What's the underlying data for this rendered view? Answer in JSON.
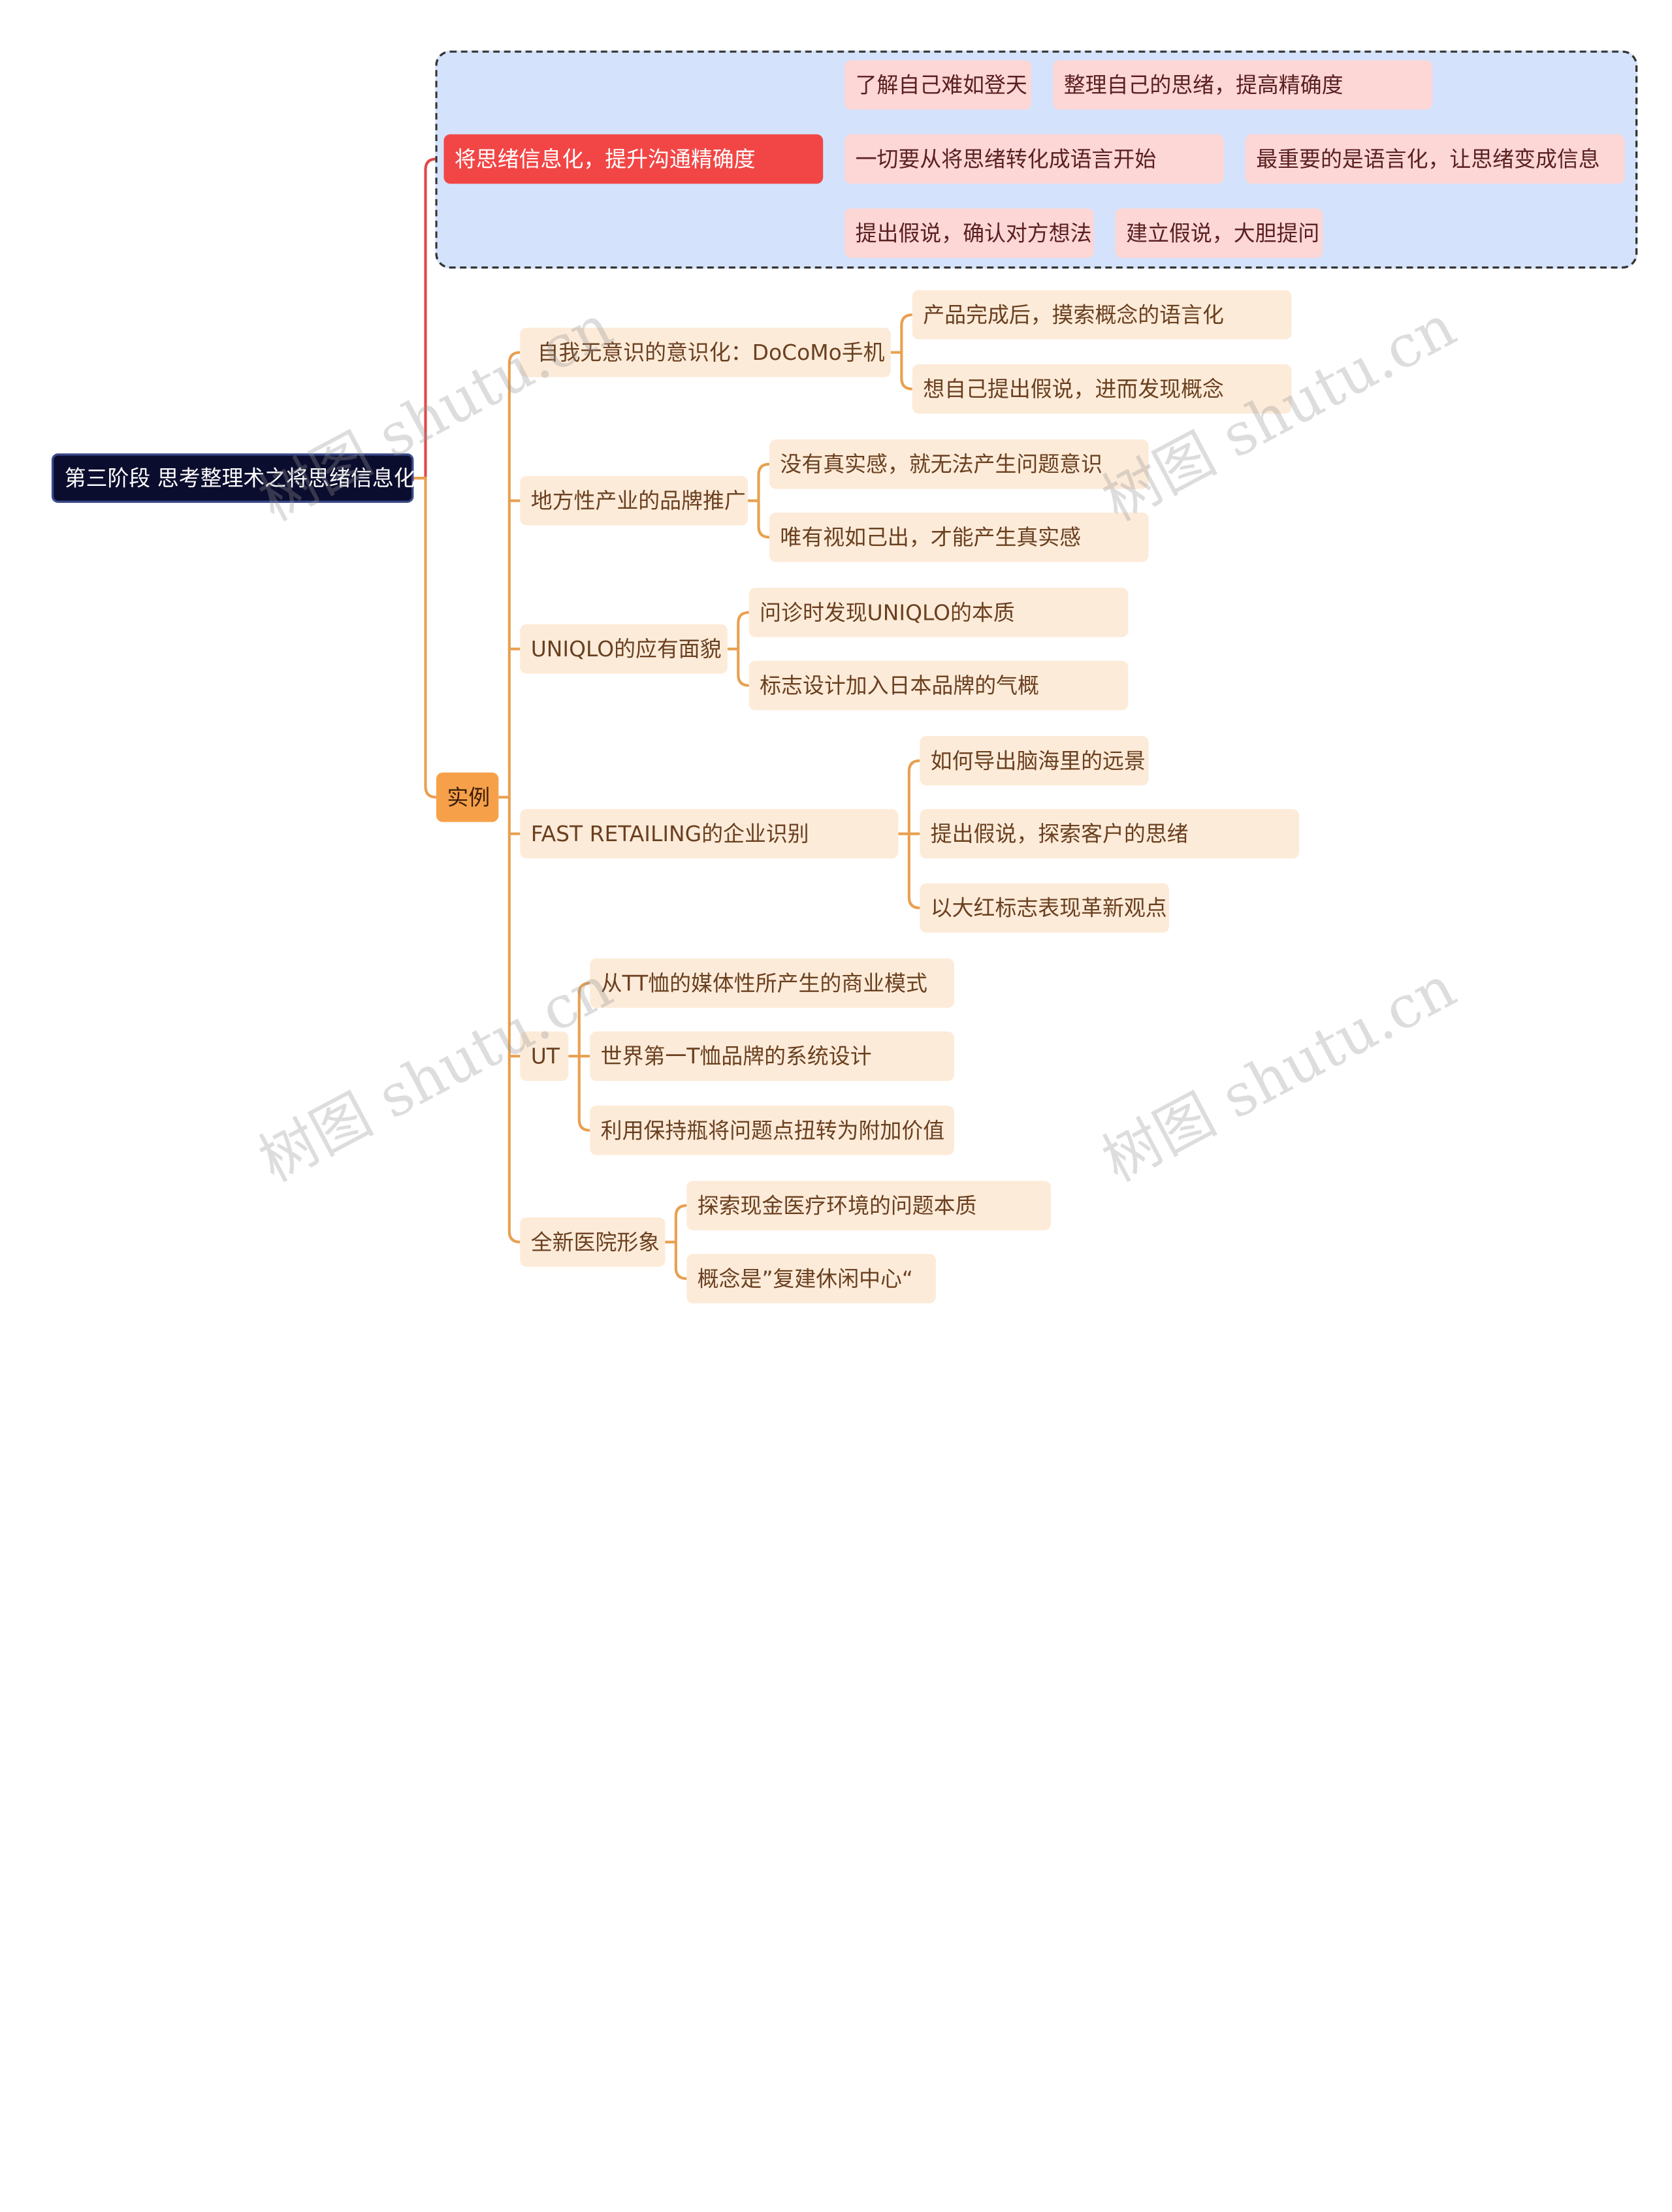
{
  "root": "第三阶段 思考整理术之将思绪信息化",
  "branch1": {
    "label": "将思绪信息化，提升沟通精确度",
    "children": [
      {
        "label": "了解自己难如登天",
        "child": "整理自己的思绪，提高精确度"
      },
      {
        "label": "一切要从将思绪转化成语言开始",
        "child": "最重要的是语言化，让思绪变成信息"
      },
      {
        "label": "提出假说，确认对方想法",
        "child": "建立假说，大胆提问"
      }
    ]
  },
  "branch2": {
    "label": "实例",
    "items": [
      {
        "label": "自我无意识的意识化：DoCoMo手机",
        "children": [
          "产品完成后，摸索概念的语言化",
          "想自己提出假说，进而发现概念"
        ]
      },
      {
        "label": "地方性产业的品牌推广",
        "children": [
          "没有真实感，就无法产生问题意识",
          "唯有视如己出，才能产生真实感"
        ]
      },
      {
        "label": "UNIQLO的应有面貌",
        "children": [
          "问诊时发现UNIQLO的本质",
          "标志设计加入日本品牌的气概"
        ]
      },
      {
        "label": "FAST  RETAILING的企业识别",
        "children": [
          "如何导出脑海里的远景",
          "提出假说，探索客户的思绪",
          "以大红标志表现革新观点"
        ]
      },
      {
        "label": "UT",
        "children": [
          "从TT恤的媒体性所产生的商业模式",
          "世界第一T恤品牌的系统设计",
          "利用保持瓶将问题点扭转为附加价值"
        ]
      },
      {
        "label": "全新医院形象",
        "children": [
          "探索现金医疗环境的问题本质",
          "概念是”复建休闲中心“"
        ]
      }
    ]
  },
  "watermark": "树图 shutu.cn",
  "colors": {
    "root": "#0b0d2e",
    "red_branch": "#e04848",
    "orange_branch": "#e8a050",
    "group_bg": "#d4e3fb"
  }
}
